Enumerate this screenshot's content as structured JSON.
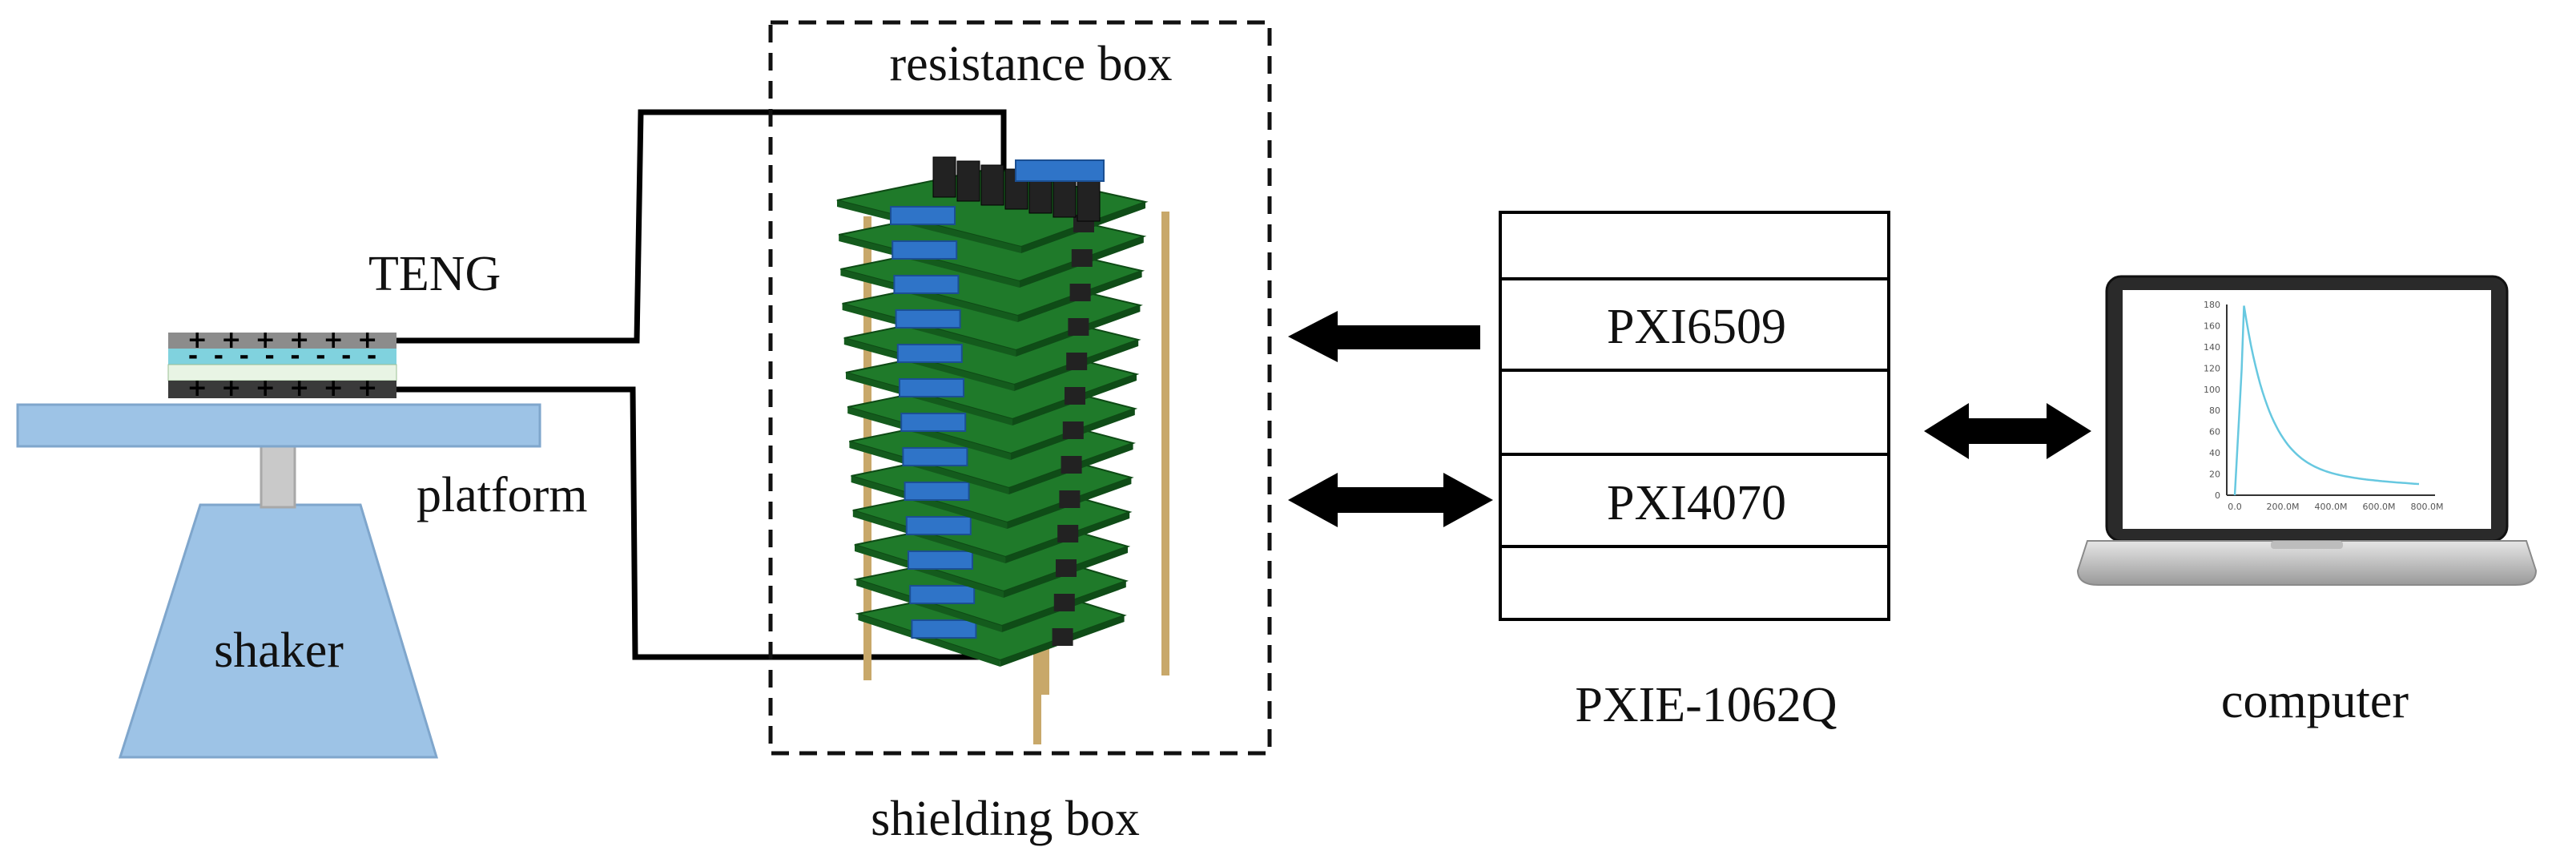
{
  "labels": {
    "teng": "TENG",
    "platform": "platform",
    "shaker": "shaker",
    "resistance_box": "resistance box",
    "shielding_box": "shielding box",
    "pxi6509": "PXI6509",
    "pxi4070": "PXI4070",
    "chassis": "PXIE-1062Q",
    "computer": "computer"
  },
  "teng_layer_signs": {
    "top": [
      "+",
      "+",
      "+",
      "+",
      "+",
      "+"
    ],
    "middle": [
      "-",
      "-",
      "-",
      "-",
      "-",
      "-",
      "-",
      "-"
    ],
    "bottom": [
      "+",
      "+",
      "+",
      "+",
      "+",
      "+"
    ]
  },
  "colors": {
    "shaker_fill": "#9dc3e6",
    "shaker_stroke": "#7fa6cc",
    "pcb_green": "#1f7a2a",
    "terminal_blue": "#2f74c8",
    "relay_black": "#222222",
    "standoff": "#c8a86a",
    "wire": "#000000",
    "plot_line": "#67c8e0"
  },
  "laptop_plot": {
    "y_ticks": [
      "180",
      "160",
      "140",
      "120",
      "100",
      "80",
      "60",
      "40",
      "20",
      "0"
    ],
    "x_ticks": [
      "0.0",
      "200.0M",
      "400.0M",
      "600.0M",
      "800.0M"
    ]
  }
}
